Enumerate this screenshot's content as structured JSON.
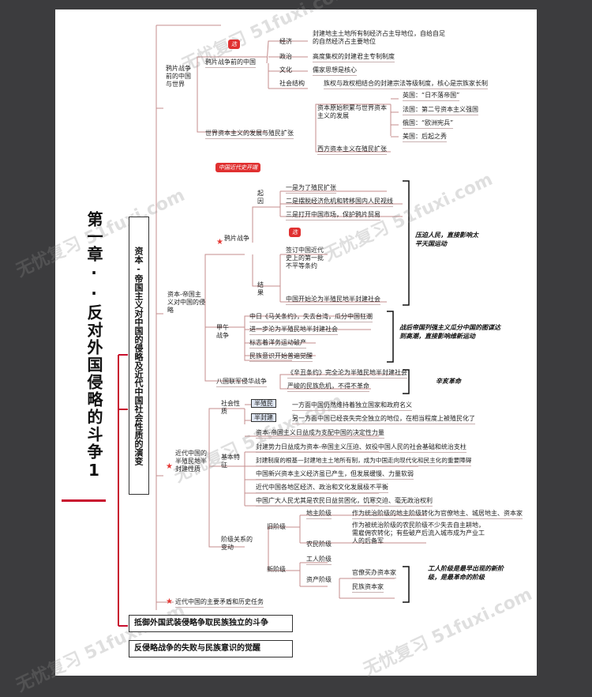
{
  "title": "第一章··反对外国侵略的斗争1",
  "section_main": "资本-帝国主义对中国的侵略及近代中国社会性质的演变",
  "section_2": "抵御外国武装侵略争取民族独立的斗争",
  "section_3": "反侵略战争的失败与民族意识的觉醒",
  "watermark": "无忧复习 51fuxi.com",
  "tag_1": "选",
  "tag_2": "中国近代史开端",
  "tag_3": "选",
  "b1": {
    "label": "鸦片战争前的中国与世界",
    "sub1": "鸦片战争前的中国",
    "econ": "经济",
    "econ_txt": "封建地主土地所有制经济占主导地位，自给自足的自然经济占主要地位",
    "politics": "政治",
    "politics_txt": "高度集权的封建君主专制制度",
    "culture": "文化",
    "culture_txt": "儒家思想是核心",
    "social": "社会结构",
    "social_txt": "族权与政权相结合的封建宗法等级制度，核心是宗族家长制",
    "sub2": "世界资本主义的发展与殖民扩张",
    "cap": "资本原始积累与世界资本主义的发展",
    "uk": "英国：“日不落帝国”",
    "fr": "法国：第二号资本主义强国",
    "ru": "俄国：“欧洲宪兵”",
    "us": "美国：后起之秀",
    "west": "西方资本主义在殖民扩张"
  },
  "b2": {
    "label": "资本-帝国主义对中国的侵略",
    "opium": "鸦片战争",
    "cause": "起因",
    "c1": "一是为了殖民扩张",
    "c2": "二是摆脱经济危机和转移国内人民视线",
    "c3": "三是打开中国市场，保护鸦片贸易",
    "result": "结果",
    "r1": "签订中国近代史上的第一批不平等条约",
    "r2": "中国开始沦为半殖民地半封建社会",
    "note1": "压迫人民，直接影响太平天国运动",
    "sino": "甲午战争",
    "s1": "中日《马关条约》，失去台湾，瓜分中国狂潮",
    "s2": "进一步沦为半殖民地半封建社会",
    "s3": "标志着洋务运动破产",
    "s4": "民族意识开始普遍觉醒",
    "note2": "战后帝国列强主义瓜分中国的图谋达到高潮，直接影响维新运动",
    "boxer": "八国联军侵华战争",
    "bx1": "《辛丑条约》完全沦为半殖民地半封建社会",
    "bx2": "严峻的民族危机，不得不革命",
    "note3": "辛亥革命"
  },
  "b3": {
    "label": "近代中国的半殖民地半封建性质",
    "nature": "社会性质",
    "semicol": "半殖民",
    "semicol_txt": "一方面中国仍然维持着独立国家和政府名义",
    "semifeu": "半封建",
    "semifeu_txt": "另一方面中国已经丧失完全独立的地位，在相当程度上被殖民化了",
    "basic": "基本特征",
    "f1": "资本-帝国主义日益成为支配中国的决定性力量",
    "f2": "封建势力日益成为资本-帝国主义压迫、奴役中国人民的社会基础和统治支柱",
    "f3": "封建制度的根基—封建地主土地所有制，成为中国走向现代化和民主化的重要障碍",
    "f4": "中国新兴资本主义经济虽已产生，但发展缓慢、力量软弱",
    "f5": "近代中国各地区经济、政治和文化发展极不平衡",
    "f6": "中国广大人民尤其是农民日益贫困化，饥寒交迫、毫无政治权利",
    "class": "阶级关系的变动",
    "old": "旧阶级",
    "landlord": "地主阶级",
    "landlord_txt": "作为统治阶级的地主阶级转化为官僚地主、城居地主、资本家",
    "farmer": "农民阶级",
    "farmer_txt": "作为被统治阶级的农民阶级不少失去自主耕地，需雇佣农转化；有些破产后流入城市成为产业工人的后备军",
    "new": "新阶级",
    "worker": "工人阶级",
    "bourg": "资产阶级",
    "bureau": "官僚买办资本家",
    "national": "民族资本家",
    "note4": "工人阶级是最早出现的新阶级，是最革命的阶级"
  },
  "b4": {
    "label": "近代中国的主要矛盾和历史任务"
  }
}
